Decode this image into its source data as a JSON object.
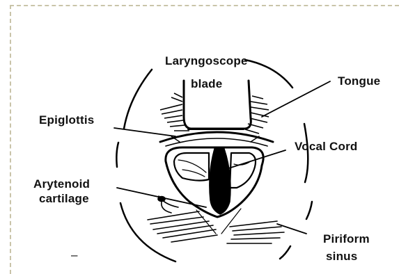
{
  "diagram": {
    "labels": {
      "laryngoscope_blade": [
        "Laryngoscope",
        "blade"
      ],
      "tongue": "Tongue",
      "epiglottis": "Epiglottis",
      "vocal_cord": "Vocal Cord",
      "arytenoid_cartilage": [
        "Arytenoid",
        "cartilage"
      ],
      "piriform_sinus": [
        "Piriform",
        "sinus"
      ]
    },
    "stray_mark": "–"
  }
}
